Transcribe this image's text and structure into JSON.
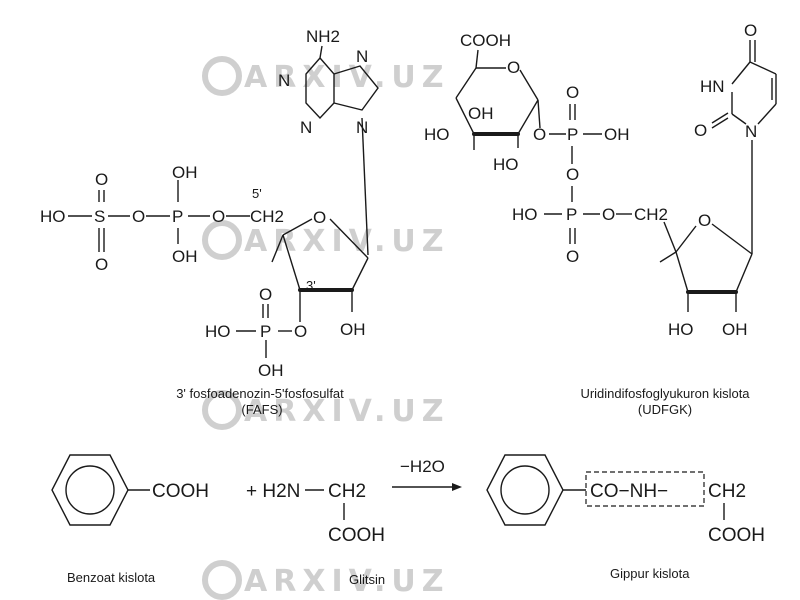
{
  "watermark": "ARXIV.UZ",
  "fafs": {
    "labels": {
      "nh2": "NH2",
      "n1": "N",
      "n3": "N",
      "n7": "N",
      "n9": "N",
      "c5p": "5'",
      "c3p": "3'",
      "ch2": "CH2",
      "ring_o": "O",
      "oh_top": "OH",
      "oh_bot": "OH",
      "ho_left": "HO",
      "s": "S",
      "o_s_top": "O",
      "o_s_bot": "O",
      "o_link1": "O",
      "p": "P",
      "o_link2": "O",
      "p2": "P",
      "o_p2_top": "O",
      "ho_p2": "HO",
      "oh_p2": "OH",
      "o_3p": "O",
      "oh_2p": "OH"
    },
    "caption_line1": "3' fosfoadenozin-5'fosfosulfat",
    "caption_line2": "(FAFS)"
  },
  "udfgk": {
    "labels": {
      "cooh": "COOH",
      "ring_o": "O",
      "oh_mid": "OH",
      "ho_left": "HO",
      "ho_bot": "HO",
      "o_anomer": "O",
      "p1": "P",
      "p1_o_top": "O",
      "p1_oh": "OH",
      "o_bridge": "O",
      "p2": "P",
      "p2_o_bot": "O",
      "ho_p2": "HO",
      "o_p2_ch2": "O",
      "ch2": "CH2",
      "rib_o": "O",
      "ho_rib": "HO",
      "oh_rib": "OH",
      "o_c4": "O",
      "hn": "HN",
      "o_c2": "O",
      "n1": "N"
    },
    "caption_line1": "Uridindifosfoglyukuron kislota",
    "caption_line2": "(UDFGK)"
  },
  "reaction": {
    "benzoic_cooh": "COOH",
    "plus_h2n": "+ H2N",
    "glycine_ch2": "CH2",
    "glycine_cooh": "COOH",
    "arrow_label": "−H2O",
    "hippuric_bond": "CO−NH−",
    "hippuric_ch2": "CH2",
    "hippuric_cooh": "COOH",
    "caption_benzoic": "Benzoat kislota",
    "caption_glycine": "Glitsin",
    "caption_hippuric": "Gippur kislota"
  }
}
